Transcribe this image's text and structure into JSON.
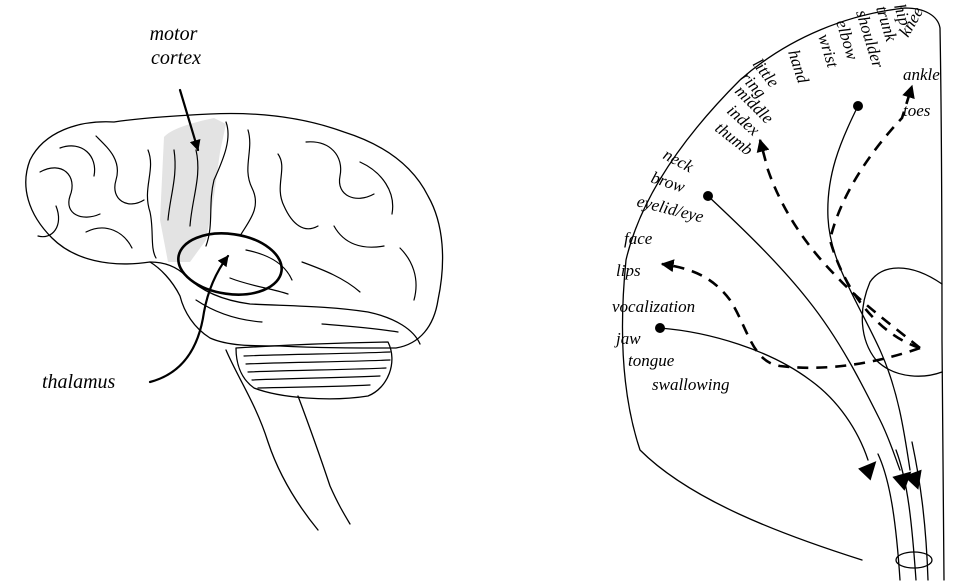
{
  "brain": {
    "motor_cortex_label": [
      "motor",
      "cortex"
    ],
    "thalamus_label": "thalamus",
    "motor_cortex_highlight_color": "#e3e3e3"
  },
  "homunculus": {
    "leg_labels": [
      "hip",
      "knee",
      "ankle",
      "toes"
    ],
    "arm_labels": [
      "trunk",
      "shoulder",
      "elbow",
      "wrist",
      "hand"
    ],
    "finger_labels": [
      "little",
      "ring",
      "middle",
      "index",
      "thumb"
    ],
    "head_labels": [
      "neck",
      "brow",
      "eyelid/eye",
      "face",
      "lips"
    ],
    "mouth_labels": [
      "vocalization",
      "jaw",
      "tongue",
      "swallowing"
    ]
  }
}
